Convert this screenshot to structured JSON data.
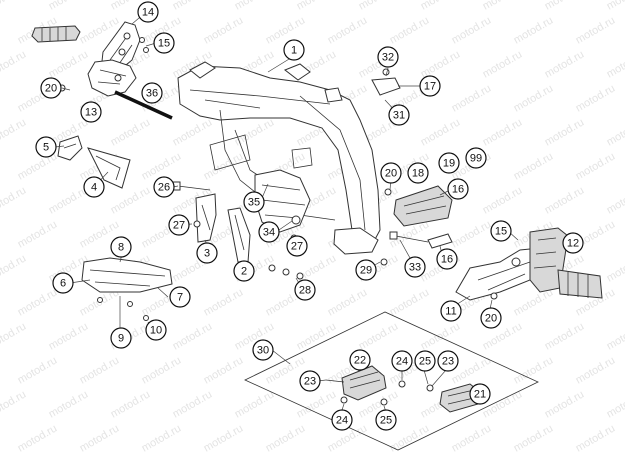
{
  "watermark": "motod.ru",
  "callouts": [
    {
      "id": "c14",
      "label": "14"
    },
    {
      "id": "c15a",
      "label": "15"
    },
    {
      "id": "c1",
      "label": "1"
    },
    {
      "id": "c32",
      "label": "32"
    },
    {
      "id": "c17",
      "label": "17"
    },
    {
      "id": "c20a",
      "label": "20"
    },
    {
      "id": "c13",
      "label": "13"
    },
    {
      "id": "c36",
      "label": "36"
    },
    {
      "id": "c31",
      "label": "31"
    },
    {
      "id": "c5",
      "label": "5"
    },
    {
      "id": "c4",
      "label": "4"
    },
    {
      "id": "c26",
      "label": "26"
    },
    {
      "id": "c20b",
      "label": "20"
    },
    {
      "id": "c18",
      "label": "18"
    },
    {
      "id": "c19",
      "label": "19"
    },
    {
      "id": "c99",
      "label": "99"
    },
    {
      "id": "c16a",
      "label": "16"
    },
    {
      "id": "c35",
      "label": "35"
    },
    {
      "id": "c27a",
      "label": "27"
    },
    {
      "id": "c34",
      "label": "34"
    },
    {
      "id": "c27b",
      "label": "27"
    },
    {
      "id": "c3",
      "label": "3"
    },
    {
      "id": "c15b",
      "label": "15"
    },
    {
      "id": "c12",
      "label": "12"
    },
    {
      "id": "c8",
      "label": "8"
    },
    {
      "id": "c2",
      "label": "2"
    },
    {
      "id": "c29",
      "label": "29"
    },
    {
      "id": "c33",
      "label": "33"
    },
    {
      "id": "c16b",
      "label": "16"
    },
    {
      "id": "c6",
      "label": "6"
    },
    {
      "id": "c7",
      "label": "7"
    },
    {
      "id": "c28",
      "label": "28"
    },
    {
      "id": "c11",
      "label": "11"
    },
    {
      "id": "c20c",
      "label": "20"
    },
    {
      "id": "c9",
      "label": "9"
    },
    {
      "id": "c10",
      "label": "10"
    },
    {
      "id": "c30",
      "label": "30"
    },
    {
      "id": "c22",
      "label": "22"
    },
    {
      "id": "c23a",
      "label": "23"
    },
    {
      "id": "c24a",
      "label": "24"
    },
    {
      "id": "c25a",
      "label": "25"
    },
    {
      "id": "c23b",
      "label": "23"
    },
    {
      "id": "c21",
      "label": "21"
    },
    {
      "id": "c24b",
      "label": "24"
    },
    {
      "id": "c25b",
      "label": "25"
    }
  ]
}
